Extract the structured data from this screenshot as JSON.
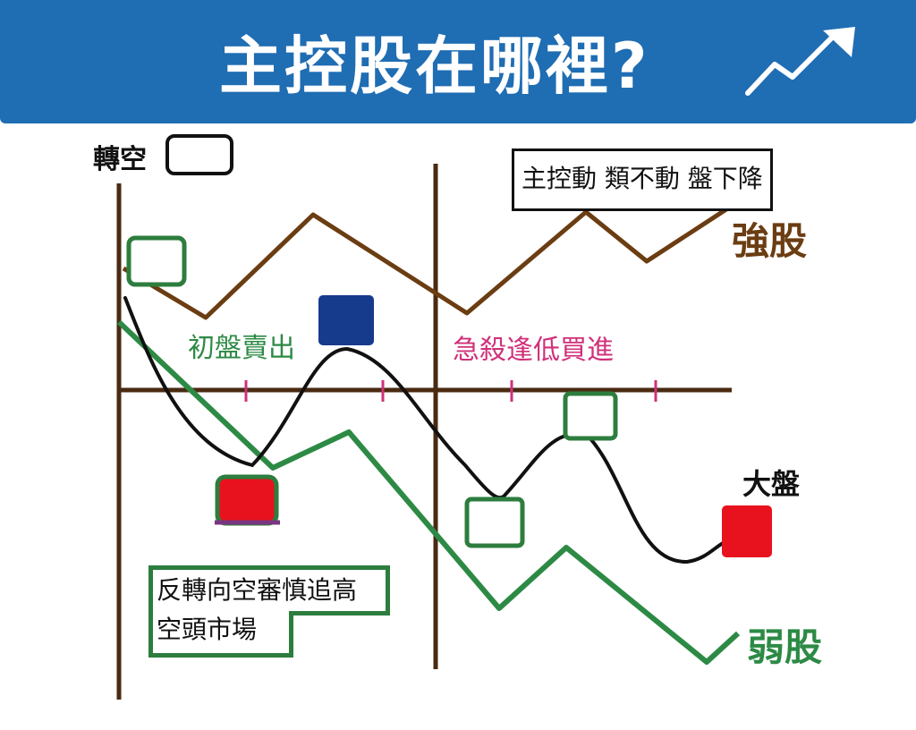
{
  "header": {
    "title": "主控股在哪裡?",
    "icon": "trend-up-arrow-icon",
    "background": "#1f6db3"
  },
  "labels": {
    "reversal_short": "轉空",
    "strong_note": "主控動 類不動 盤下降",
    "strong_stock": "強股",
    "initial_sell": "初盤賣出",
    "dip_buy": "急殺逢低買進",
    "market": "大盤",
    "weak_stock": "弱股",
    "bear_note_line1": "反轉向空審慎追高",
    "bear_note_line2": "空頭市場"
  },
  "colors": {
    "strong_line": "#6b3d12",
    "weak_line": "#2d8a45",
    "market_line": "#111111",
    "axis": "#4a2a12",
    "tick": "#d0307a",
    "sell_text": "#2d8a45",
    "buy_text": "#d0307a",
    "red_marker": "#e8121e",
    "blue_marker": "#163a8c",
    "green_marker": "#2d7d3e"
  }
}
